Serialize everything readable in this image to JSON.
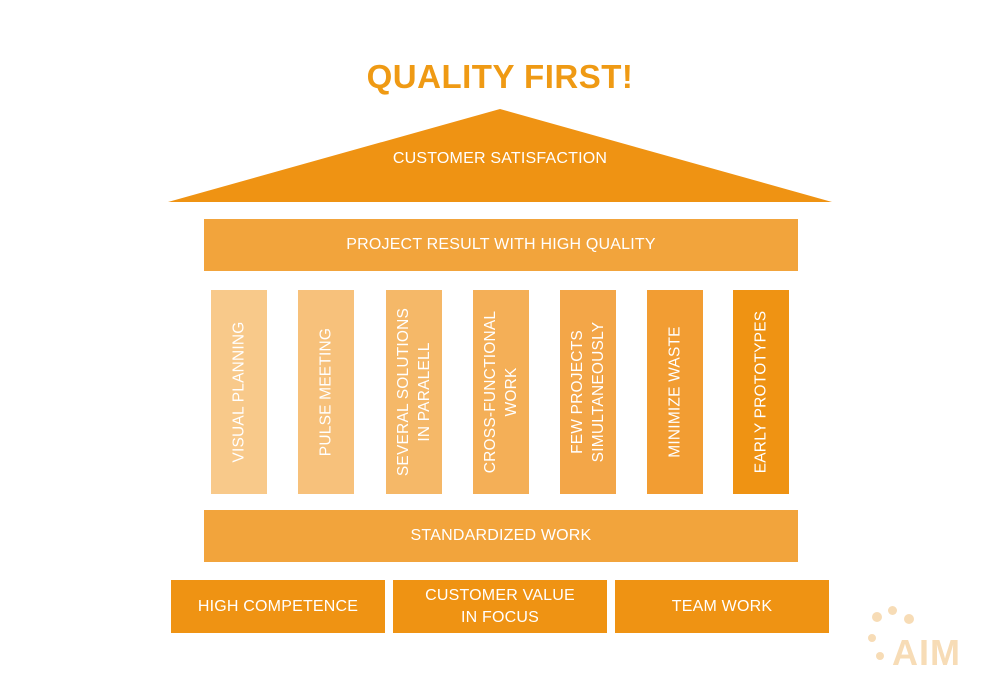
{
  "title": "QUALITY FIRST!",
  "roof": {
    "label": "CUSTOMER SATISFACTION"
  },
  "result_band": {
    "label": "PROJECT RESULT WITH HIGH QUALITY"
  },
  "pillars": [
    {
      "label": "VISUAL PLANNING"
    },
    {
      "label": "PULSE MEETING"
    },
    {
      "label": "SEVERAL SOLUTIONS\nIN PARALELL"
    },
    {
      "label": "CROSS-FUNCTIONAL\nWORK"
    },
    {
      "label": "FEW PROJECTS\nSIMULTANEOUSLY"
    },
    {
      "label": "MINIMIZE WASTE"
    },
    {
      "label": "EARLY PROTOTYPES"
    }
  ],
  "standard_band": {
    "label": "STANDARDIZED WORK"
  },
  "foundation": [
    {
      "label": "HIGH COMPETENCE"
    },
    {
      "label": "CUSTOMER VALUE\nIN FOCUS"
    },
    {
      "label": "TEAM WORK"
    }
  ],
  "logo": {
    "text": "AIM"
  },
  "colors": {
    "title": "#ef9a14",
    "roof": "#ef9313",
    "bands": "#f2a43c",
    "foundation": "#ef9313",
    "pillar_gradient": [
      "#f8c98a",
      "#f7c17b",
      "#f5b868",
      "#f4af57",
      "#f3a648",
      "#f29d33",
      "#ef9313"
    ],
    "logo": "#f7dcb6"
  }
}
